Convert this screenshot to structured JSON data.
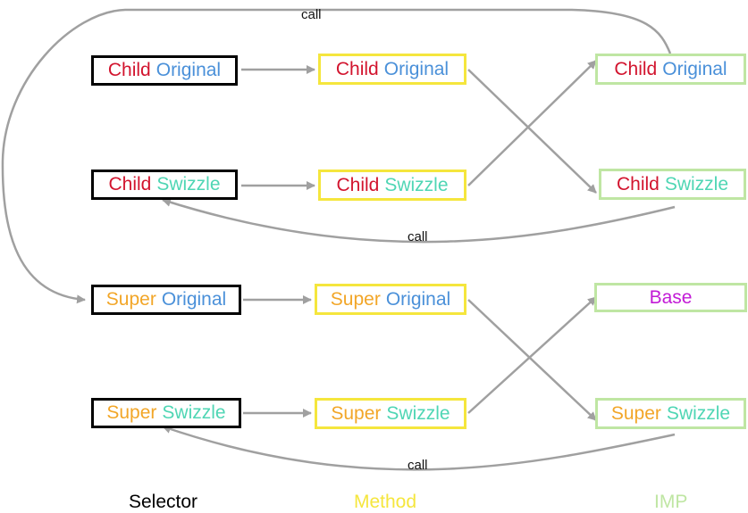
{
  "colors": {
    "child": "#d2142e",
    "super": "#f2a628",
    "original": "#4a90d9",
    "swizzle": "#4fd6b4",
    "base": "#c21ad6",
    "selector_border": "#000000",
    "method_border": "#f5e63d",
    "imp_border": "#bfe6a3",
    "arrow": "#a0a0a0",
    "method_label": "#f5e63d",
    "imp_label": "#bfe6a3"
  },
  "selectors": {
    "child_original": {
      "w1": "Child",
      "w2": "Original"
    },
    "child_swizzle": {
      "w1": "Child",
      "w2": "Swizzle"
    },
    "super_original": {
      "w1": "Super",
      "w2": "Original"
    },
    "super_swizzle": {
      "w1": "Super",
      "w2": "Swizzle"
    }
  },
  "methods": {
    "child_original": {
      "w1": "Child",
      "w2": "Original"
    },
    "child_swizzle": {
      "w1": "Child",
      "w2": "Swizzle"
    },
    "super_original": {
      "w1": "Super",
      "w2": "Original"
    },
    "super_swizzle": {
      "w1": "Super",
      "w2": "Swizzle"
    }
  },
  "imps": {
    "child_original": {
      "w1": "Child",
      "w2": "Original"
    },
    "child_swizzle": {
      "w1": "Child",
      "w2": "Swizzle"
    },
    "base": {
      "label": "Base"
    },
    "super_swizzle": {
      "w1": "Super",
      "w2": "Swizzle"
    }
  },
  "call_labels": {
    "top": "call",
    "child": "call",
    "super": "call"
  },
  "columns": {
    "selector": "Selector",
    "method": "Method",
    "imp": "IMP"
  }
}
